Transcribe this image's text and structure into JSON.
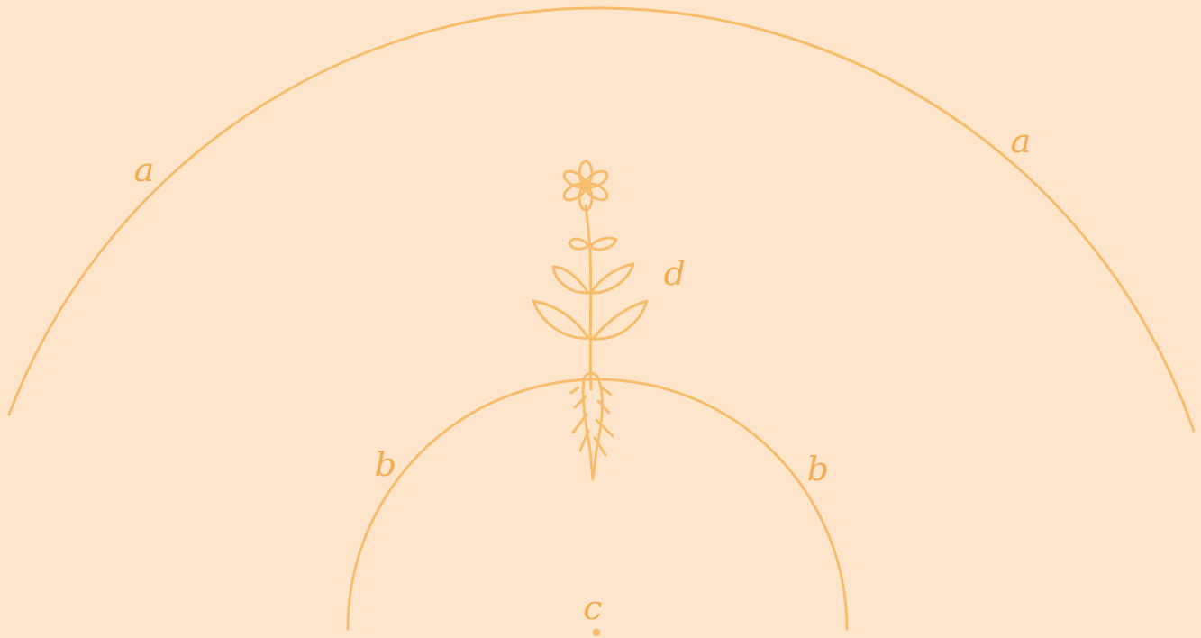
{
  "diagram": {
    "labels": [
      "a",
      "a",
      "d",
      "b",
      "b",
      "c"
    ]
  }
}
